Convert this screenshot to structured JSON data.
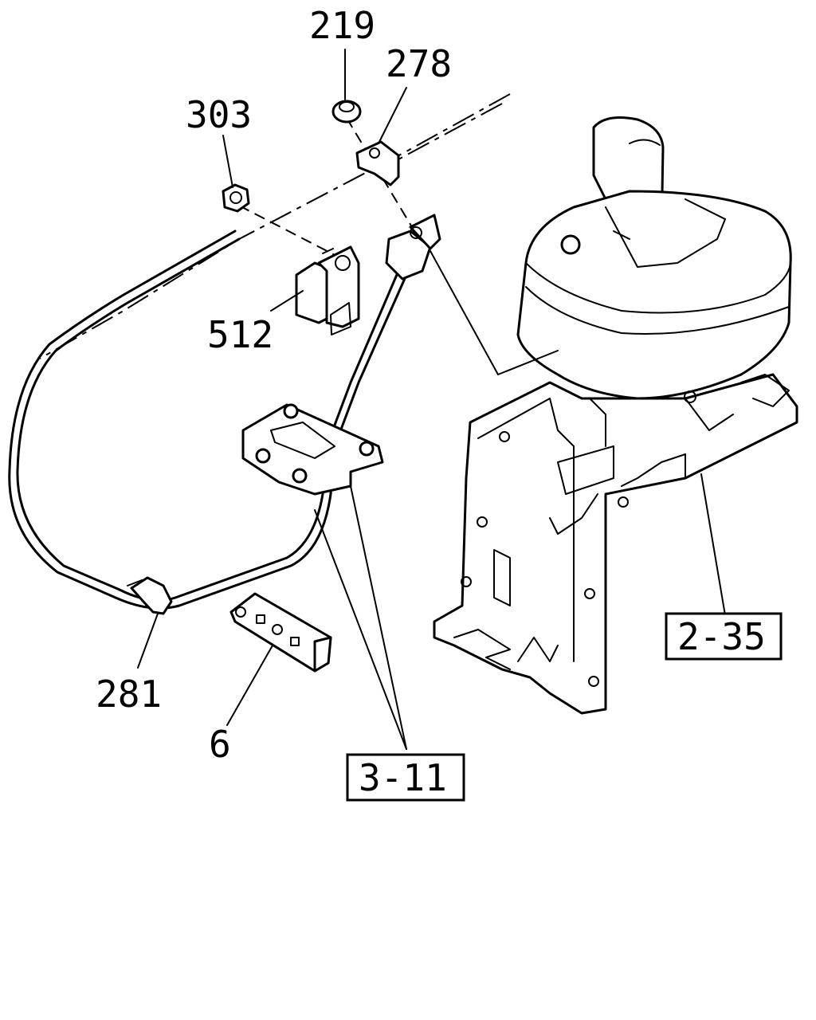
{
  "callouts": {
    "p219": "219",
    "p278": "278",
    "p303": "303",
    "p512": "512",
    "p281": "281",
    "p6": "6",
    "ref_2_35": "2-35",
    "ref_3_11": "3-11"
  }
}
